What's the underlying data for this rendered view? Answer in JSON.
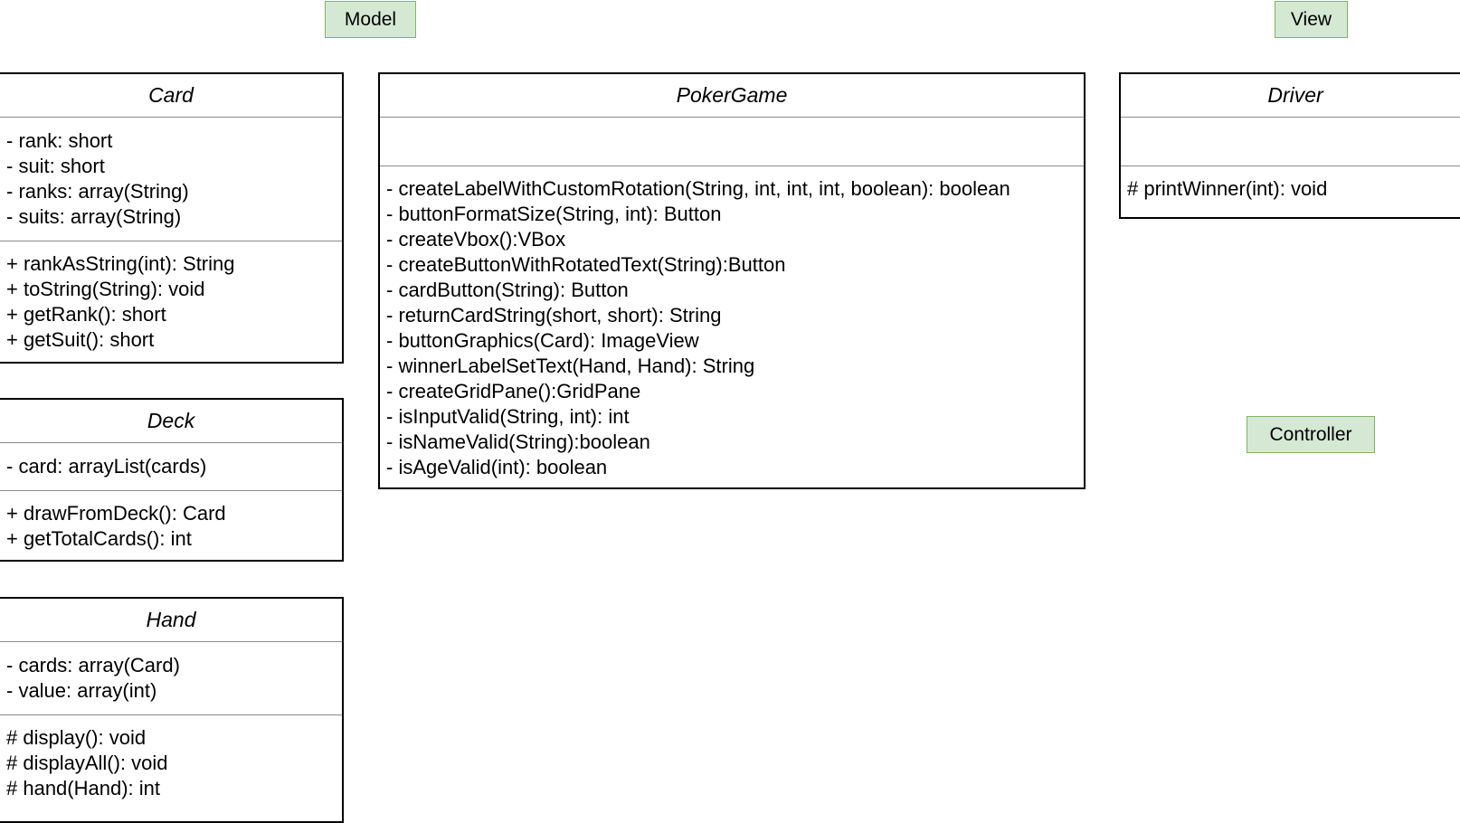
{
  "packages": {
    "model": "Model",
    "view": "View",
    "controller": "Controller"
  },
  "classes": {
    "card": {
      "name": "Card",
      "attributes": [
        "- rank: short",
        "- suit: short",
        "- ranks: array(String)",
        "- suits: array(String)"
      ],
      "operations": [
        "+ rankAsString(int): String",
        "+ toString(String): void",
        "+ getRank(): short",
        "+ getSuit(): short"
      ]
    },
    "deck": {
      "name": "Deck",
      "attributes": [
        "- card: arrayList(cards)"
      ],
      "operations": [
        "+ drawFromDeck(): Card",
        "+ getTotalCards(): int"
      ]
    },
    "hand": {
      "name": "Hand",
      "attributes": [
        "- cards: array(Card)",
        "- value: array(int)"
      ],
      "operations": [
        "# display(): void",
        "# displayAll(): void",
        "# hand(Hand): int"
      ]
    },
    "pokergame": {
      "name": "PokerGame",
      "attributes": [],
      "operations": [
        "- createLabelWithCustomRotation(String, int, int, int, boolean): boolean",
        "- buttonFormatSize(String, int): Button",
        "- createVbox():VBox",
        "- createButtonWithRotatedText(String):Button",
        "- cardButton(String): Button",
        "- returnCardString(short, short): String",
        "- buttonGraphics(Card): ImageView",
        "- winnerLabelSetText(Hand, Hand): String",
        "- createGridPane():GridPane",
        "- isInputValid(String, int): int",
        "- isNameValid(String):boolean",
        "- isAgeValid(int): boolean"
      ]
    },
    "driver": {
      "name": "Driver",
      "attributes": [],
      "operations": [
        "# printWinner(int): void"
      ]
    }
  }
}
